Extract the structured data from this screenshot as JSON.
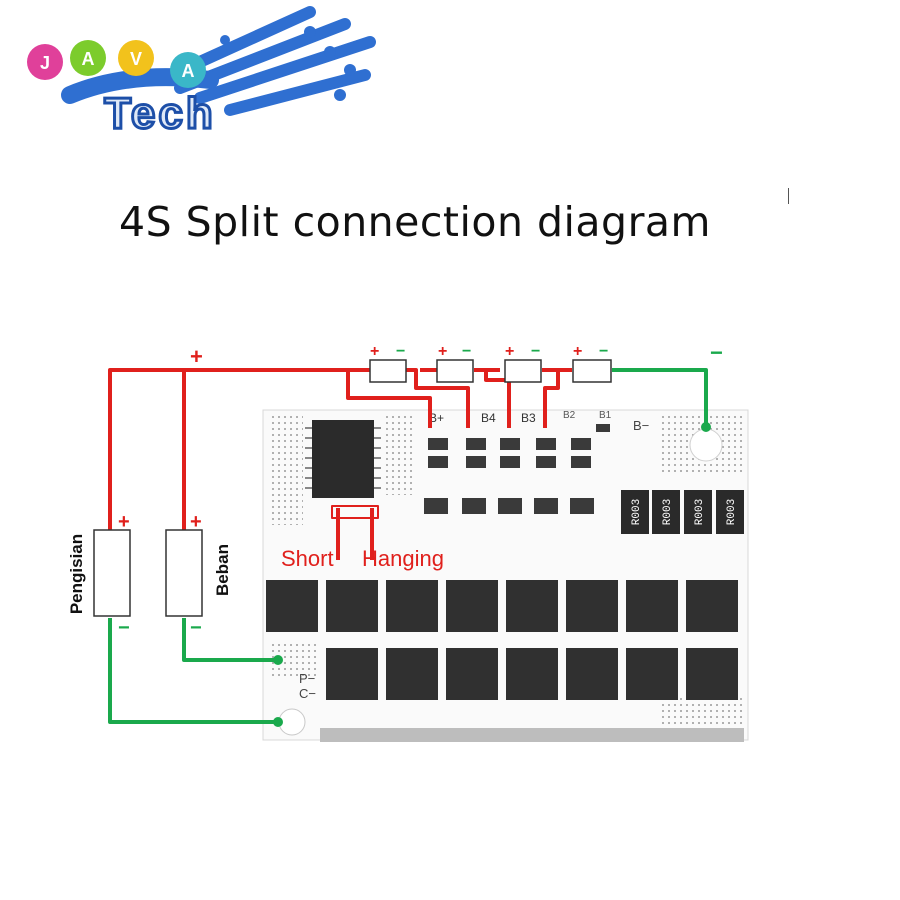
{
  "logo": {
    "letters": [
      "J",
      "A",
      "V",
      "A"
    ],
    "word": "Tech",
    "colors": {
      "dot_magenta": "#e0409a",
      "dot_green": "#7ccc2c",
      "dot_yellow": "#f2c21c",
      "dot_teal": "#3ab7c8",
      "hand_blue": "#2f6fd1",
      "word_fill": "#dfe9f7",
      "word_stroke": "#1d4fa8"
    }
  },
  "title": "4S Split connection diagram",
  "wires": {
    "positive_color": "#e0201c",
    "negative_color": "#1aa94c"
  },
  "top_labels": {
    "plus": "+",
    "minus": "−",
    "b_neg": "B−"
  },
  "cells": [
    {
      "plus": "+",
      "minus": "−"
    },
    {
      "plus": "+",
      "minus": "−"
    },
    {
      "plus": "+",
      "minus": "−"
    },
    {
      "plus": "+",
      "minus": "−"
    }
  ],
  "board_pads": [
    "B+",
    "B4",
    "B3",
    "B2",
    "B1"
  ],
  "board_side_labels": {
    "p": "P−",
    "c": "C−"
  },
  "resistor_codes": [
    "R003",
    "R003",
    "R003",
    "R003"
  ],
  "annotations": {
    "short": "Short",
    "hanging": "Hanging"
  },
  "charger": {
    "label": "Pengisian",
    "plus": "+",
    "minus": "−"
  },
  "load": {
    "label": "Beban",
    "plus": "+",
    "minus": "−"
  }
}
